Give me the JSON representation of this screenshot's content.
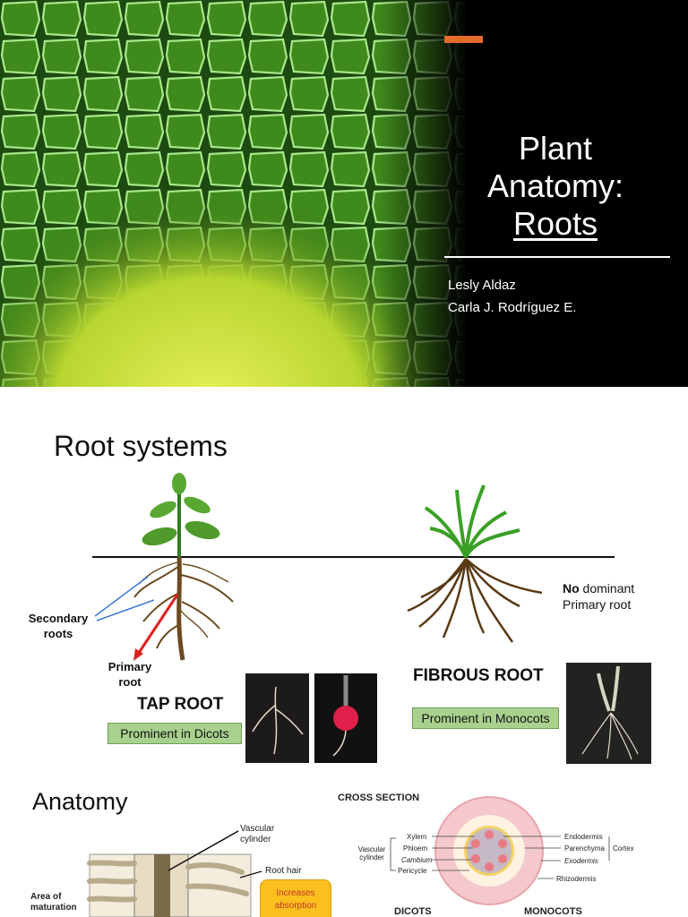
{
  "slide1": {
    "title_line1": "Plant",
    "title_line2": "Anatomy:",
    "title_line3": "Roots",
    "authors": [
      "Lesly Aldaz",
      "Carla J. Rodríguez E."
    ],
    "colors": {
      "accent": "#e46c2a",
      "background": "#000000"
    }
  },
  "slide2": {
    "heading": "Root systems",
    "secondary_roots": "Secondary roots",
    "primary_root": "Primary root",
    "tap_root": "TAP ROOT",
    "tap_box": "Prominent in Dicots",
    "fibrous_root": "FIBROUS ROOT",
    "fibrous_box": "Prominent in Monocots",
    "no_dominant_bold": "No",
    "no_dominant_rest": " dominant",
    "no_dominant_line2": "Primary root",
    "colors": {
      "box": "#a9d18e",
      "arrow_primary": "#e02020",
      "arrow_secondary": "#3a7bd5"
    }
  },
  "slide3": {
    "heading": "Anatomy",
    "vascular_cylinder_left": "Vascular cylinder",
    "root_hair": "Root hair",
    "area_of_maturation": "Area of maturation",
    "increases_box": "Increases absorption",
    "cross_section": "CROSS SECTION",
    "xylem": "Xylem",
    "phloem": "Phloem",
    "cambium": "Cambium",
    "pericycle": "Pericycle",
    "vascular_cylinder_right": "Vascular cylinder",
    "endodermis": "Endodermis",
    "parenchyma": "Parenchyma",
    "exodermis": "Exodermis",
    "cortex": "Cortex",
    "rhizodermis": "Rhizodermis",
    "dicots": "DICOTS",
    "monocots": "MONOCOTS"
  }
}
